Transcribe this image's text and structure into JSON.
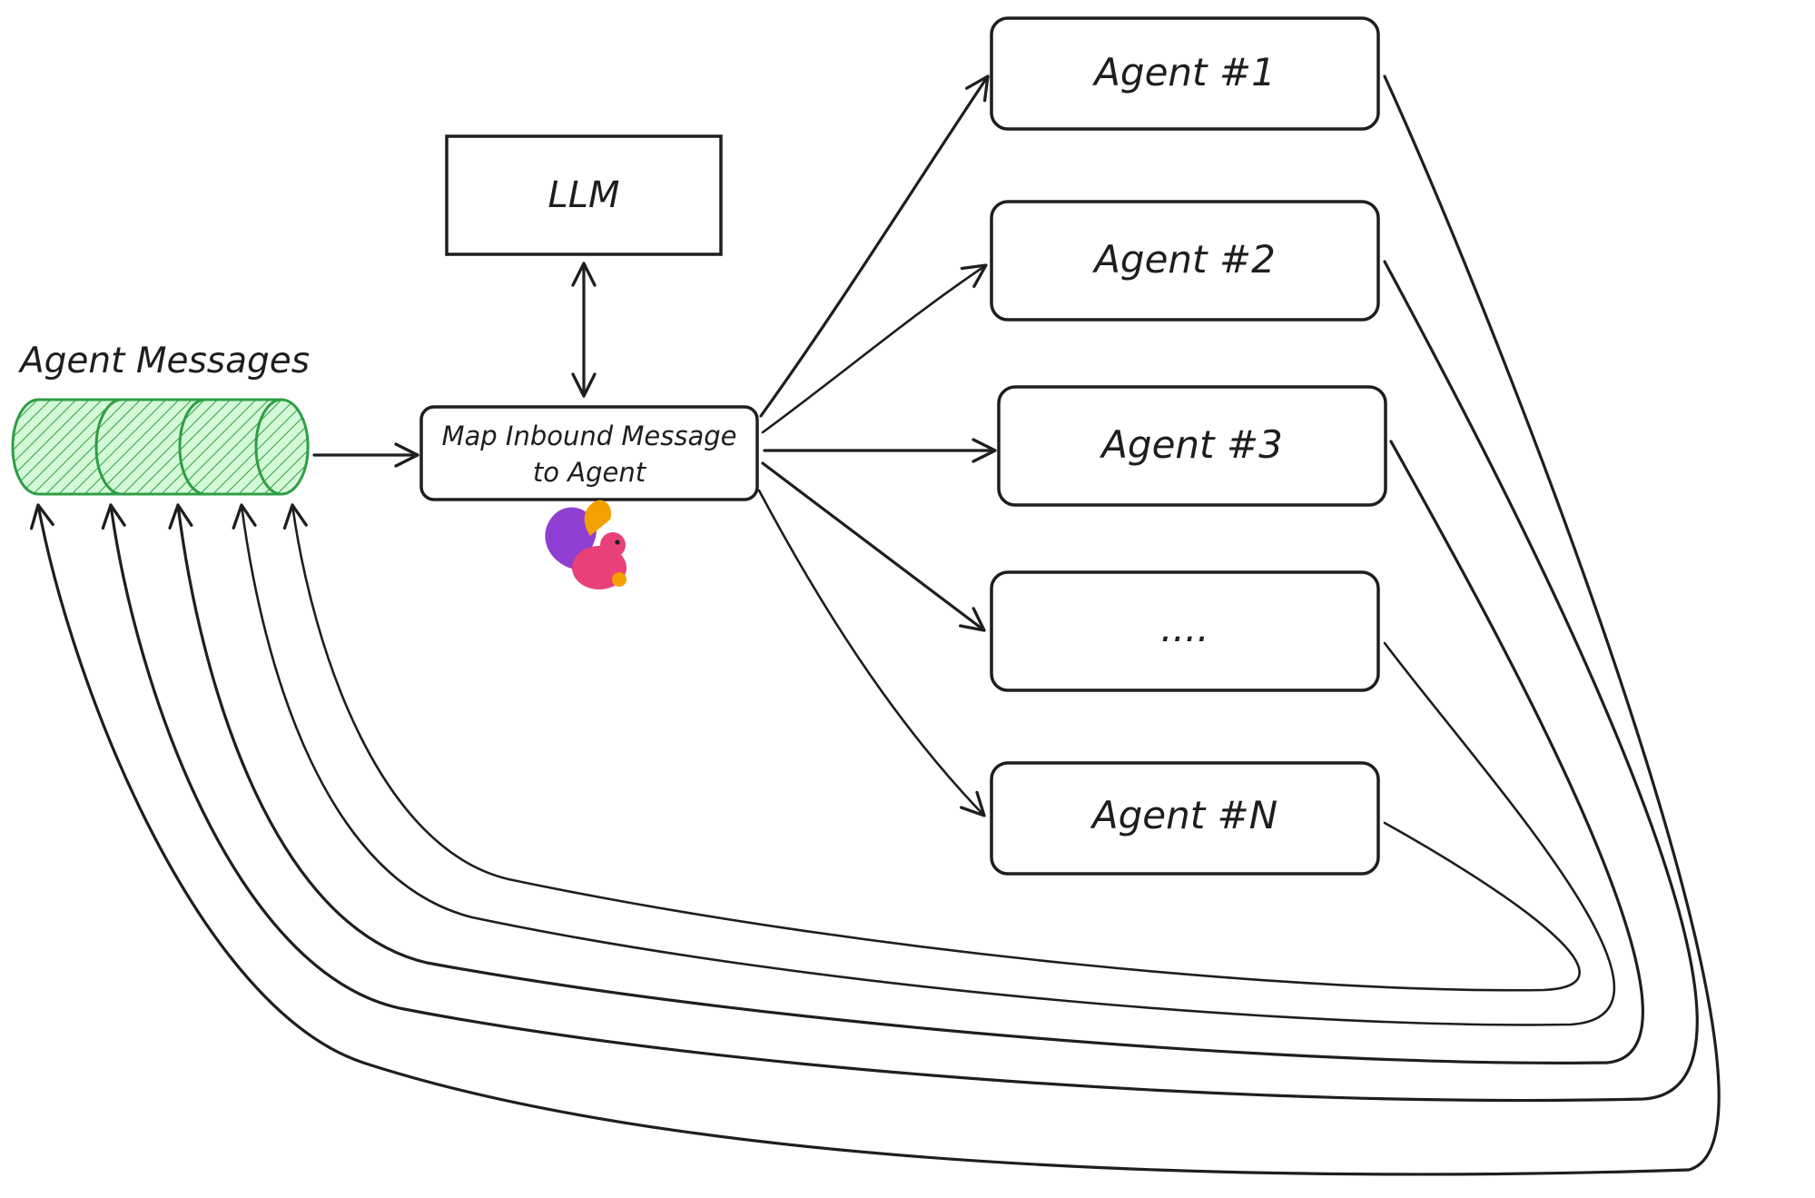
{
  "diagram": {
    "queue_title": "Agent Messages",
    "llm_label": "LLM",
    "router_label_line1": "Map Inbound Message",
    "router_label_line2": "to Agent",
    "router_logo": "squirrel-logo",
    "agents": [
      "Agent #1",
      "Agent #2",
      "Agent #3",
      "....",
      "Agent #N"
    ],
    "colors": {
      "stroke": "#1e1e1e",
      "queue_stroke": "#2f9e44",
      "queue_fill": "#b2f2bb",
      "logo_pink": "#e8417a",
      "logo_purple": "#8f3fd1",
      "logo_orange": "#f59f00"
    }
  }
}
